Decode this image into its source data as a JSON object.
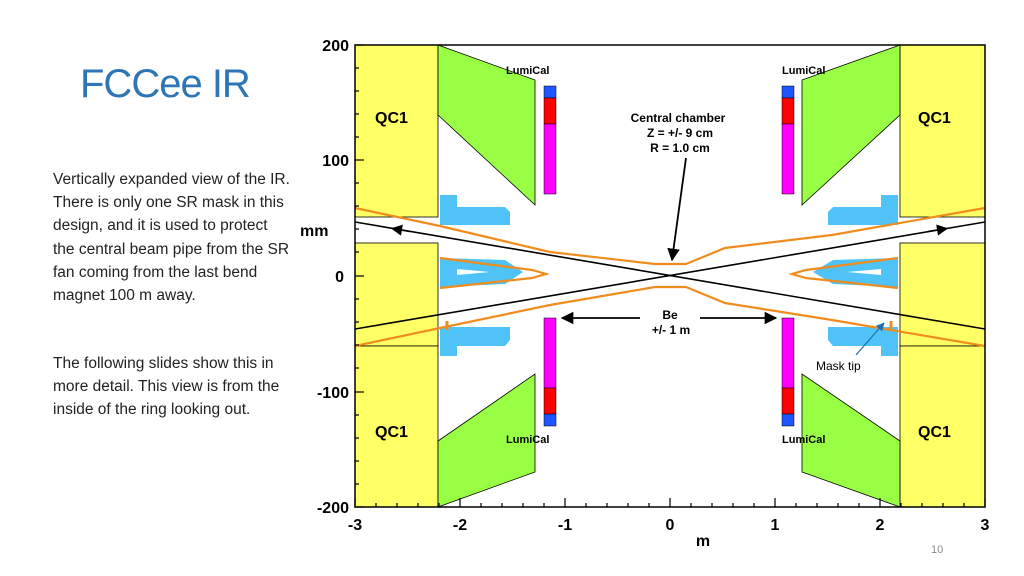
{
  "slide": {
    "title": "FCCee IR",
    "paragraph1": "Vertically expanded view of the IR. There is only one SR mask in this design, and it is used to protect the central beam pipe from the SR fan coming from the last bend magnet 100 m away.",
    "paragraph2": "The following slides show this in more detail. This view is from the inside of the ring looking out.",
    "slide_number": "10"
  },
  "figure": {
    "y_axis_label": "mm",
    "x_axis_label": "m",
    "y_ticks": [
      "200",
      "100",
      "0",
      "-100",
      "-200"
    ],
    "x_ticks": [
      "-3",
      "-2",
      "-1",
      "0",
      "1",
      "2",
      "3"
    ],
    "labels": {
      "qc1_top_left": "QC1",
      "qc1_top_right": "QC1",
      "qc1_bottom_left": "QC1",
      "qc1_bottom_right": "QC1",
      "lumical_top_left": "LumiCal",
      "lumical_top_right": "LumiCal",
      "lumical_bottom_left": "LumiCal",
      "lumical_bottom_right": "LumiCal",
      "central_chamber_line1": "Central chamber",
      "central_chamber_line2": "Z = +/- 9 cm",
      "central_chamber_line3": "R = 1.0 cm",
      "be_line1": "Be",
      "be_line2": "+/- 1 m",
      "mask_tip": "Mask tip"
    },
    "colors": {
      "qc1": "#FFFF66",
      "lumical_cone": "#99FF44",
      "lumical_detector": "#FF00FF",
      "red_block": "#FF0000",
      "blue_block": "#1E55FF",
      "mask": "#4FC3F7",
      "beam_pipe": "#F08C1E",
      "beam_line": "#000000"
    }
  }
}
